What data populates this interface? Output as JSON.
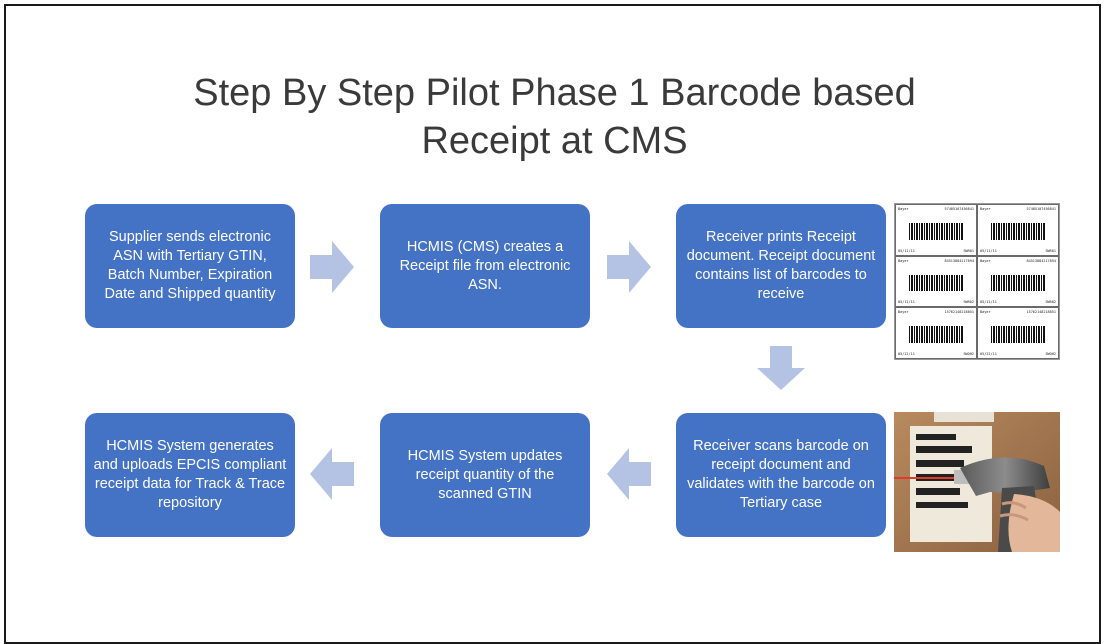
{
  "title": {
    "line1": "Step By Step Pilot Phase 1 Barcode based",
    "line2": "Receipt at CMS"
  },
  "steps": [
    {
      "text": "Supplier sends electronic ASN with Tertiary GTIN, Batch Number, Expiration Date and Shipped quantity"
    },
    {
      "text": "HCMIS  (CMS) creates a Receipt file from electronic ASN."
    },
    {
      "text": "Receiver prints Receipt document. Receipt document contains list of barcodes to receive"
    },
    {
      "text": "Receiver scans barcode on receipt document and validates with the barcode on Tertiary case"
    },
    {
      "text": "HCMIS System updates receipt quantity of the scanned GTIN"
    },
    {
      "text": "HCMIS System generates and uploads EPCIS compliant receipt data for Track & Trace repository"
    }
  ],
  "barcode_labels": [
    {
      "brand": "Bayer",
      "code": "57485107456841",
      "date": "05/11/11",
      "lot": "SWR01"
    },
    {
      "brand": "Bayer",
      "code": "57485107456841",
      "date": "05/11/11",
      "lot": "SWR01"
    },
    {
      "brand": "Bayer",
      "code": "84513884217894",
      "date": "05/11/11",
      "lot": "SWR02"
    },
    {
      "brand": "Bayer",
      "code": "84513884217894",
      "date": "05/11/11",
      "lot": "SWR02"
    },
    {
      "brand": "Bayer",
      "code": "15762148218851",
      "date": "05/22/11",
      "lot": "SWQH2"
    },
    {
      "brand": "Bayer",
      "code": "15762148218851",
      "date": "05/22/11",
      "lot": "SWQH2"
    }
  ],
  "colors": {
    "box_fill": "#4472c4",
    "arrow_fill": "#b4c3e3",
    "title_text": "#3a3a3a"
  }
}
